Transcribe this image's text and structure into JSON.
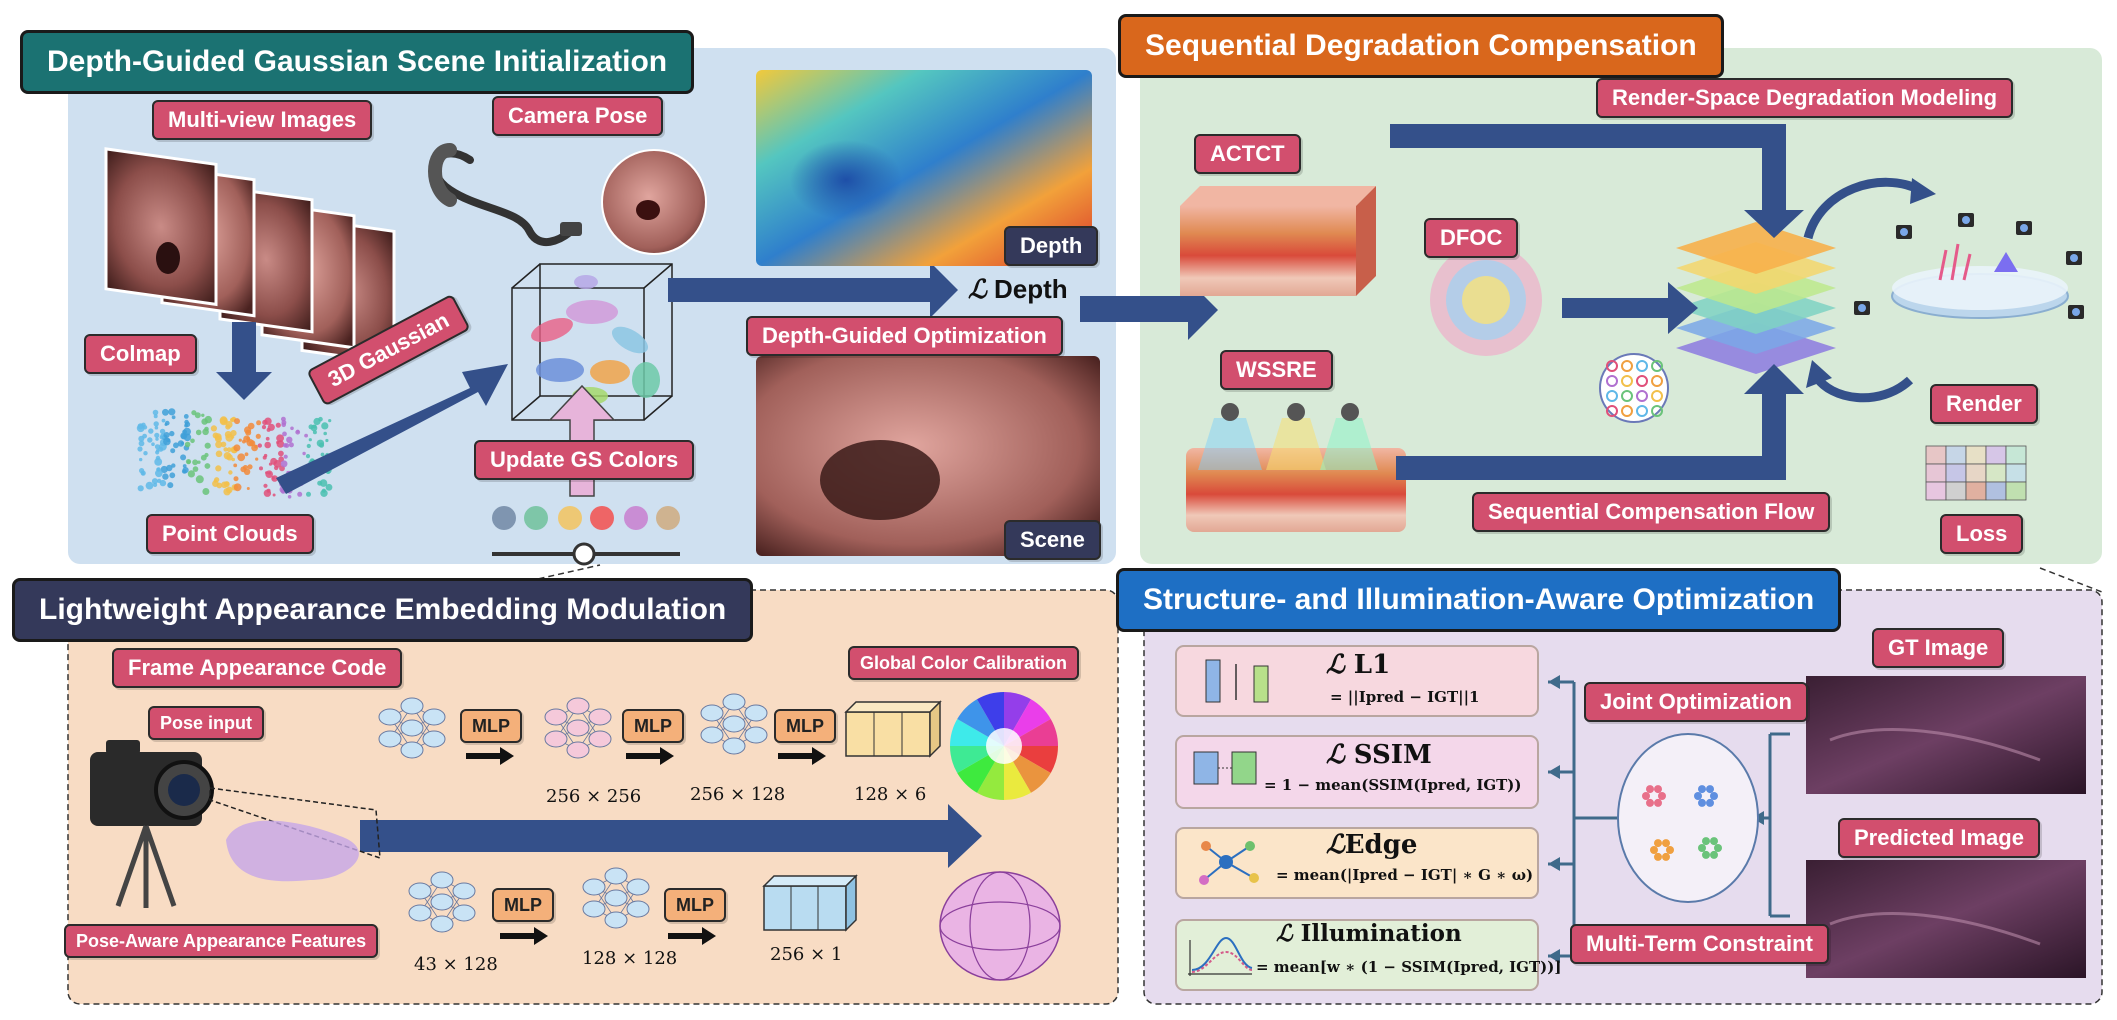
{
  "panels": {
    "p1": {
      "title": "Depth-Guided Gaussian Scene Initialization",
      "color": "#1b7272"
    },
    "p2": {
      "title": "Sequential Degradation Compensation",
      "color": "#d9671c"
    },
    "p3": {
      "title": "Lightweight Appearance Embedding Modulation",
      "color": "#34395a"
    },
    "p4": {
      "title": "Structure- and Illumination-Aware Optimization",
      "color": "#1e6fc4"
    }
  },
  "p1": {
    "multiview": "Multi-view Images",
    "camera_pose": "Camera Pose",
    "colmap": "Colmap",
    "gaussian3d": "3D Gaussian",
    "point_clouds": "Point Clouds",
    "update_gs": "Update GS Colors",
    "depth": "Depth",
    "ldepth": "Depth",
    "depth_opt": "Depth-Guided Optimization",
    "scene": "Scene"
  },
  "p2": {
    "render_space": "Render-Space Degradation Modeling",
    "actct": "ACTCT",
    "dfoc": "DFOC",
    "wssre": "WSSRE",
    "render": "Render",
    "seq_flow": "Sequential Compensation Flow",
    "loss": "Loss"
  },
  "p3": {
    "frame_code": "Frame Appearance Code",
    "global_cal": "Global Color Calibration",
    "pose_input": "Pose input",
    "pose_features": "Pose-Aware Appearance Features",
    "mlp": "MLP",
    "dims_top": [
      "256 × 256",
      "256 × 128",
      "128 × 6"
    ],
    "dims_bottom": [
      "43 × 128",
      "128 × 128",
      "256 × 1"
    ]
  },
  "p4": {
    "losses": [
      {
        "name": "L1",
        "formula": "= ||Ipred − IGT||1"
      },
      {
        "name": "SSIM",
        "formula": "= 1 − mean(SSIM(Ipred, IGT))"
      },
      {
        "name": "Edge",
        "formula": "= mean(|Ipred − IGT| ∗ G ∗ ω)"
      },
      {
        "name": "Illumination",
        "formula": "= mean[w ∗ (1 − SSIM(Ipred, IGT))]"
      }
    ],
    "joint_opt": "Joint Optimization",
    "multi_term": "Multi-Term Constraint",
    "gt_image": "GT Image",
    "pred_image": "Predicted Image"
  },
  "colors": {
    "arrow": "#34508a",
    "label_pink": "#d24f6e",
    "label_dark": "#34395a",
    "bg_blue": "#cfe0f0",
    "bg_green": "#d8ead8",
    "bg_peach": "#f8dcc4",
    "bg_lavender": "#e6dcee"
  }
}
